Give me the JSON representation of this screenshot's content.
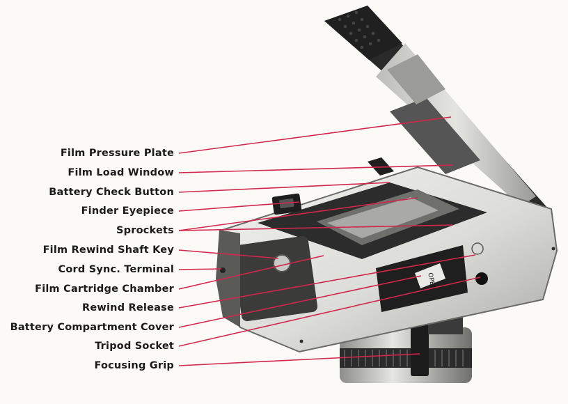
{
  "labels": {
    "film_pressure_plate": "Film Pressure Plate",
    "film_load_window": "Film Load Window",
    "battery_check_button": "Battery Check Button",
    "finder_eyepiece": "Finder Eyepiece",
    "sprockets": "Sprockets",
    "film_rewind_shaft_key": "Film Rewind Shaft Key",
    "cord_sync_terminal": "Cord Sync. Terminal",
    "film_cartridge_chamber": "Film Cartridge Chamber",
    "rewind_release": "Rewind Release",
    "battery_compartment_cover": "Battery Compartment Cover",
    "tripod_socket": "Tripod Socket",
    "focusing_grip": "Focusing Grip"
  },
  "camera": {
    "cover_text": "OPEN"
  },
  "colors": {
    "leader_line": "#d2264a",
    "label_text": "#1b1b1b",
    "background": "#fbfaf7"
  }
}
